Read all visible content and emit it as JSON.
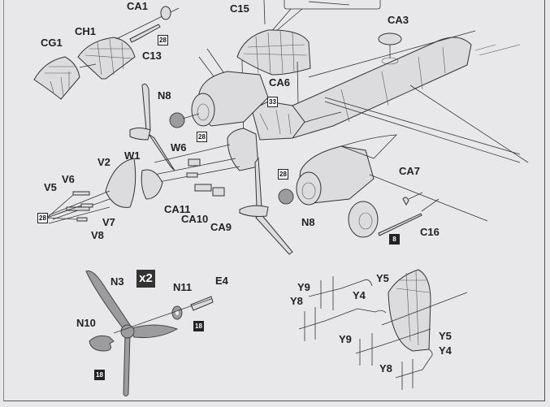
{
  "diagram": {
    "title": "Aircraft model assembly step — canopy, engines, propellers, antennas",
    "colors": {
      "paper": "#e8e8ea",
      "ink": "#222222",
      "propeller_gray": "#9c9c9f",
      "badge_dark": "#222222"
    },
    "upper_panel": {
      "labels": {
        "ca1": "CA1",
        "c15": "C15",
        "ch1": "CH1",
        "cg1": "CG1",
        "c13": "C13",
        "ca3": "CA3",
        "ca6": "CA6",
        "n8_top": "N8",
        "w6": "W6",
        "w1": "W1",
        "v2": "V2",
        "v6": "V6",
        "v5": "V5",
        "v7": "V7",
        "v8": "V8",
        "ca11": "CA11",
        "ca10": "CA10",
        "ca9": "CA9",
        "n8_bottom": "N8",
        "ca7": "CA7",
        "c16": "C16"
      },
      "badges": {
        "c13_color": "28",
        "ca6_color": "33",
        "n8_top_color": "28",
        "n8_bottom_color": "28",
        "v_group_color": "28",
        "c16_color": "8"
      }
    },
    "propeller_panel": {
      "quantity": "x2",
      "labels": {
        "n3": "N3",
        "n11": "N11",
        "e4": "E4",
        "n10": "N10"
      },
      "badges": {
        "n11_color": "18",
        "n10_color": "18"
      }
    },
    "antenna_panel": {
      "labels": {
        "y9_top": "Y9",
        "y5_top": "Y5",
        "y8_top": "Y8",
        "y4_top": "Y4",
        "y9_bottom": "Y9",
        "y5_bottom": "Y5",
        "y4_bottom": "Y4",
        "y8_bottom": "Y8"
      }
    }
  }
}
